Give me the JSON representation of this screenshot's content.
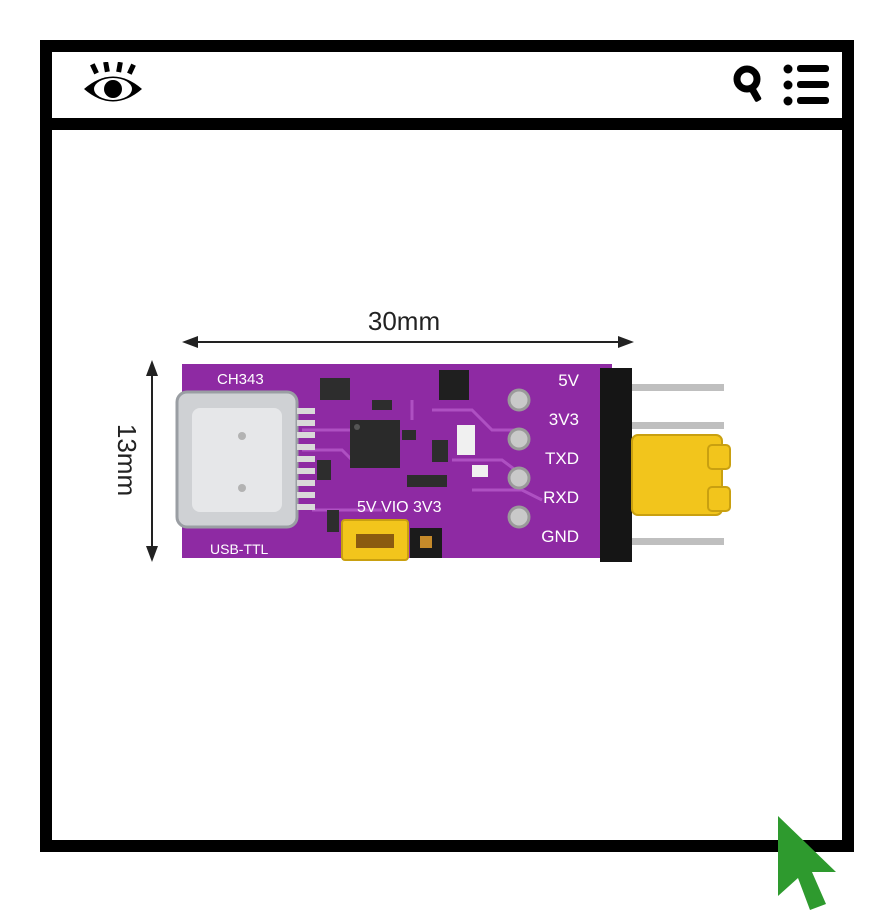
{
  "icons": {
    "eye": "eye-icon",
    "search": "search-icon",
    "menu": "list-menu-icon",
    "cursor": "cursor-pointer-icon"
  },
  "colors": {
    "frame": "#000000",
    "board": "#8e2aa3",
    "jumper": "#f2c51c",
    "cursor": "#2e9a2e"
  },
  "product": {
    "width_label": "30mm",
    "height_label": "13mm",
    "chip_label": "CH343",
    "port_label": "USB-TTL",
    "voltage_select_label": "5V VIO 3V3",
    "pins": [
      "5V",
      "3V3",
      "TXD",
      "RXD",
      "GND"
    ]
  }
}
